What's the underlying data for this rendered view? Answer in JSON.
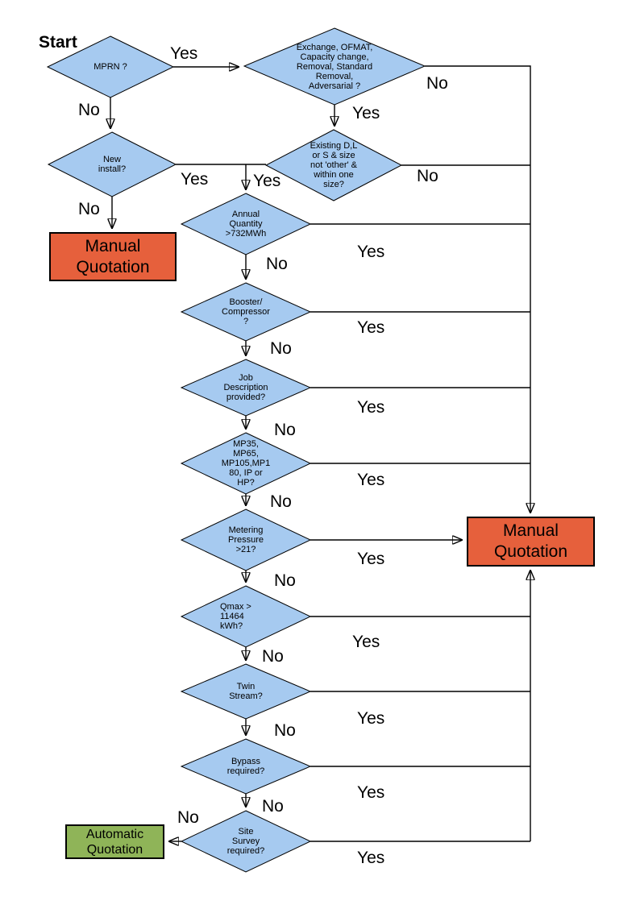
{
  "page": {
    "background": "#FFFFFF"
  },
  "colors": {
    "decision_fill": "#A6CAF0",
    "decision_border": "#000000",
    "manual_fill": "#E6603C",
    "automatic_fill": "#8FB458",
    "line": "#000000",
    "text": "#000000"
  },
  "labels": {
    "start": "Start",
    "yes": "Yes",
    "no": "No"
  },
  "nodes": {
    "mprn": {
      "label": "MPRN ?"
    },
    "exchange": {
      "label": "Exchange, OFMAT,\nCapacity change,\nRemoval, Standard\nRemoval,\nAdversarial ?"
    },
    "new_install": {
      "label": "New\ninstall?"
    },
    "existing_size": {
      "label": "Existing D,L\nor S & size\nnot 'other' &\nwithin one\nsize?"
    },
    "annual_quantity": {
      "label": "Annual\nQuantity\n>732MWh"
    },
    "booster": {
      "label": "Booster/\nCompressor\n?"
    },
    "job_description": {
      "label": "Job\nDescription\nprovided?"
    },
    "pressure_tier": {
      "label": "MP35,\nMP65,\nMP105,MP1\n80, IP or\nHP?"
    },
    "metering_pressure": {
      "label": "Metering\nPressure\n>21?"
    },
    "qmax": {
      "label": "Qmax >\n11464\nkWh?"
    },
    "twin_stream": {
      "label": "Twin\nStream?"
    },
    "bypass": {
      "label": "Bypass\nrequired?"
    },
    "site_survey": {
      "label": "Site\nSurvey\nrequired?"
    },
    "manual_quotation_left": {
      "label": "Manual\nQuotation"
    },
    "manual_quotation_right": {
      "label": "Manual\nQuotation"
    },
    "automatic_quotation": {
      "label": "Automatic\nQuotation"
    }
  }
}
